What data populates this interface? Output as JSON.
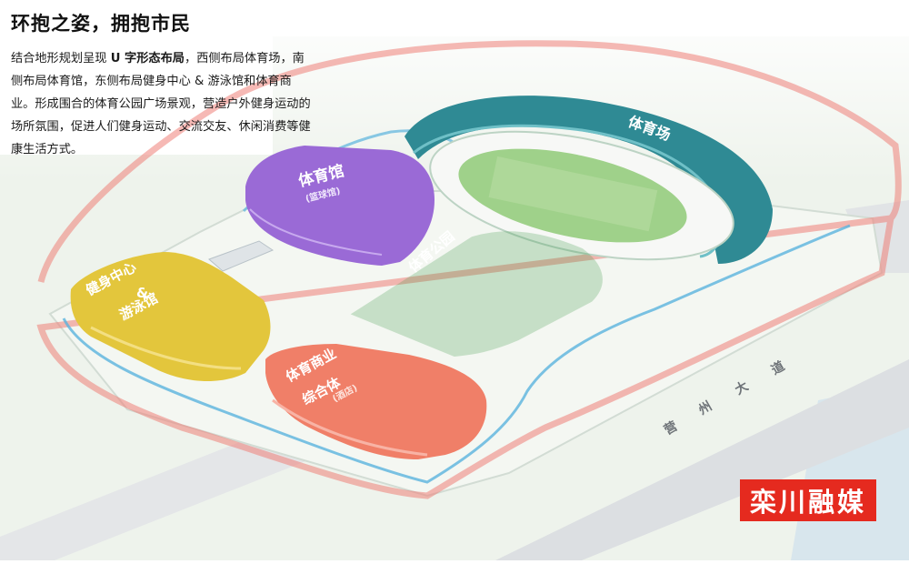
{
  "title": "环抱之姿，拥抱市民",
  "description": {
    "before": "结合地形规划呈现 ",
    "emphasis": "U 字形态布局",
    "after": "，西侧布局体育场，南侧布局体育馆，东侧布局健身中心 & 游泳馆和体育商业。形成围合的体育公园广场景观，营造户外健身运动的场所氛围，促进人们健身运动、交流交友、休闲消费等健康生活方式。"
  },
  "buildings": {
    "stadium": {
      "label": "体育场",
      "color": "#2f8a94"
    },
    "gym": {
      "label": "体育馆",
      "sub": "(篮球馆)",
      "color": "#9a6ad6"
    },
    "fitness": {
      "label1": "健身中心",
      "label2": "&",
      "label3": "游泳馆",
      "color": "#e3c63c"
    },
    "commerce": {
      "label1": "体育商业",
      "label2": "综合体",
      "sub": "(酒店)",
      "color": "#f07f68"
    },
    "park": {
      "label": "体育公园",
      "color": "#3f9a4a"
    }
  },
  "road_label": [
    "营",
    "州",
    "大",
    "道"
  ],
  "watermark": "栾川融媒"
}
